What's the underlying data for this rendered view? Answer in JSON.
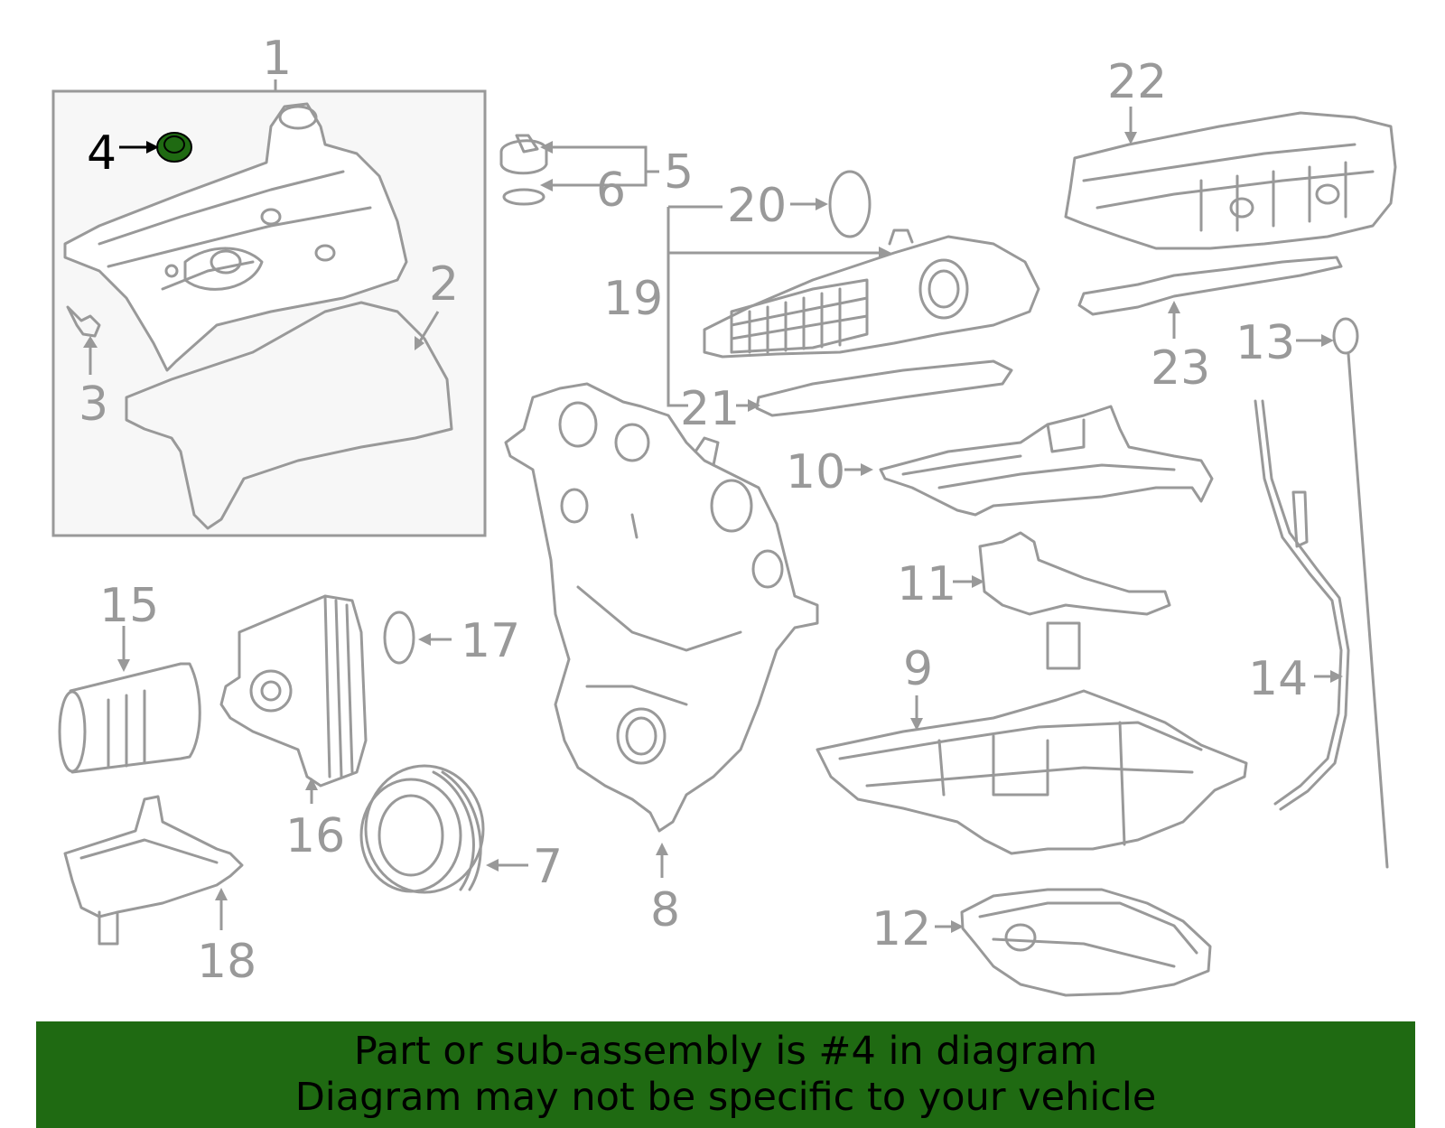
{
  "colors": {
    "line": "#999999",
    "highlight": "#1f6a12",
    "banner_bg": "#1f6a12",
    "banner_text": "#000000"
  },
  "callouts": {
    "c1": "1",
    "c2": "2",
    "c3": "3",
    "c4": "4",
    "c5": "5",
    "c6": "6",
    "c7": "7",
    "c8": "8",
    "c9": "9",
    "c10": "10",
    "c11": "11",
    "c12": "12",
    "c13": "13",
    "c14": "14",
    "c15": "15",
    "c16": "16",
    "c17": "17",
    "c18": "18",
    "c19": "19",
    "c20": "20",
    "c21": "21",
    "c22": "22",
    "c23": "23"
  },
  "highlighted_part": "4",
  "banner": {
    "line1": "Part or sub-assembly is #4 in diagram",
    "line2": "Diagram may not be specific to your vehicle"
  }
}
